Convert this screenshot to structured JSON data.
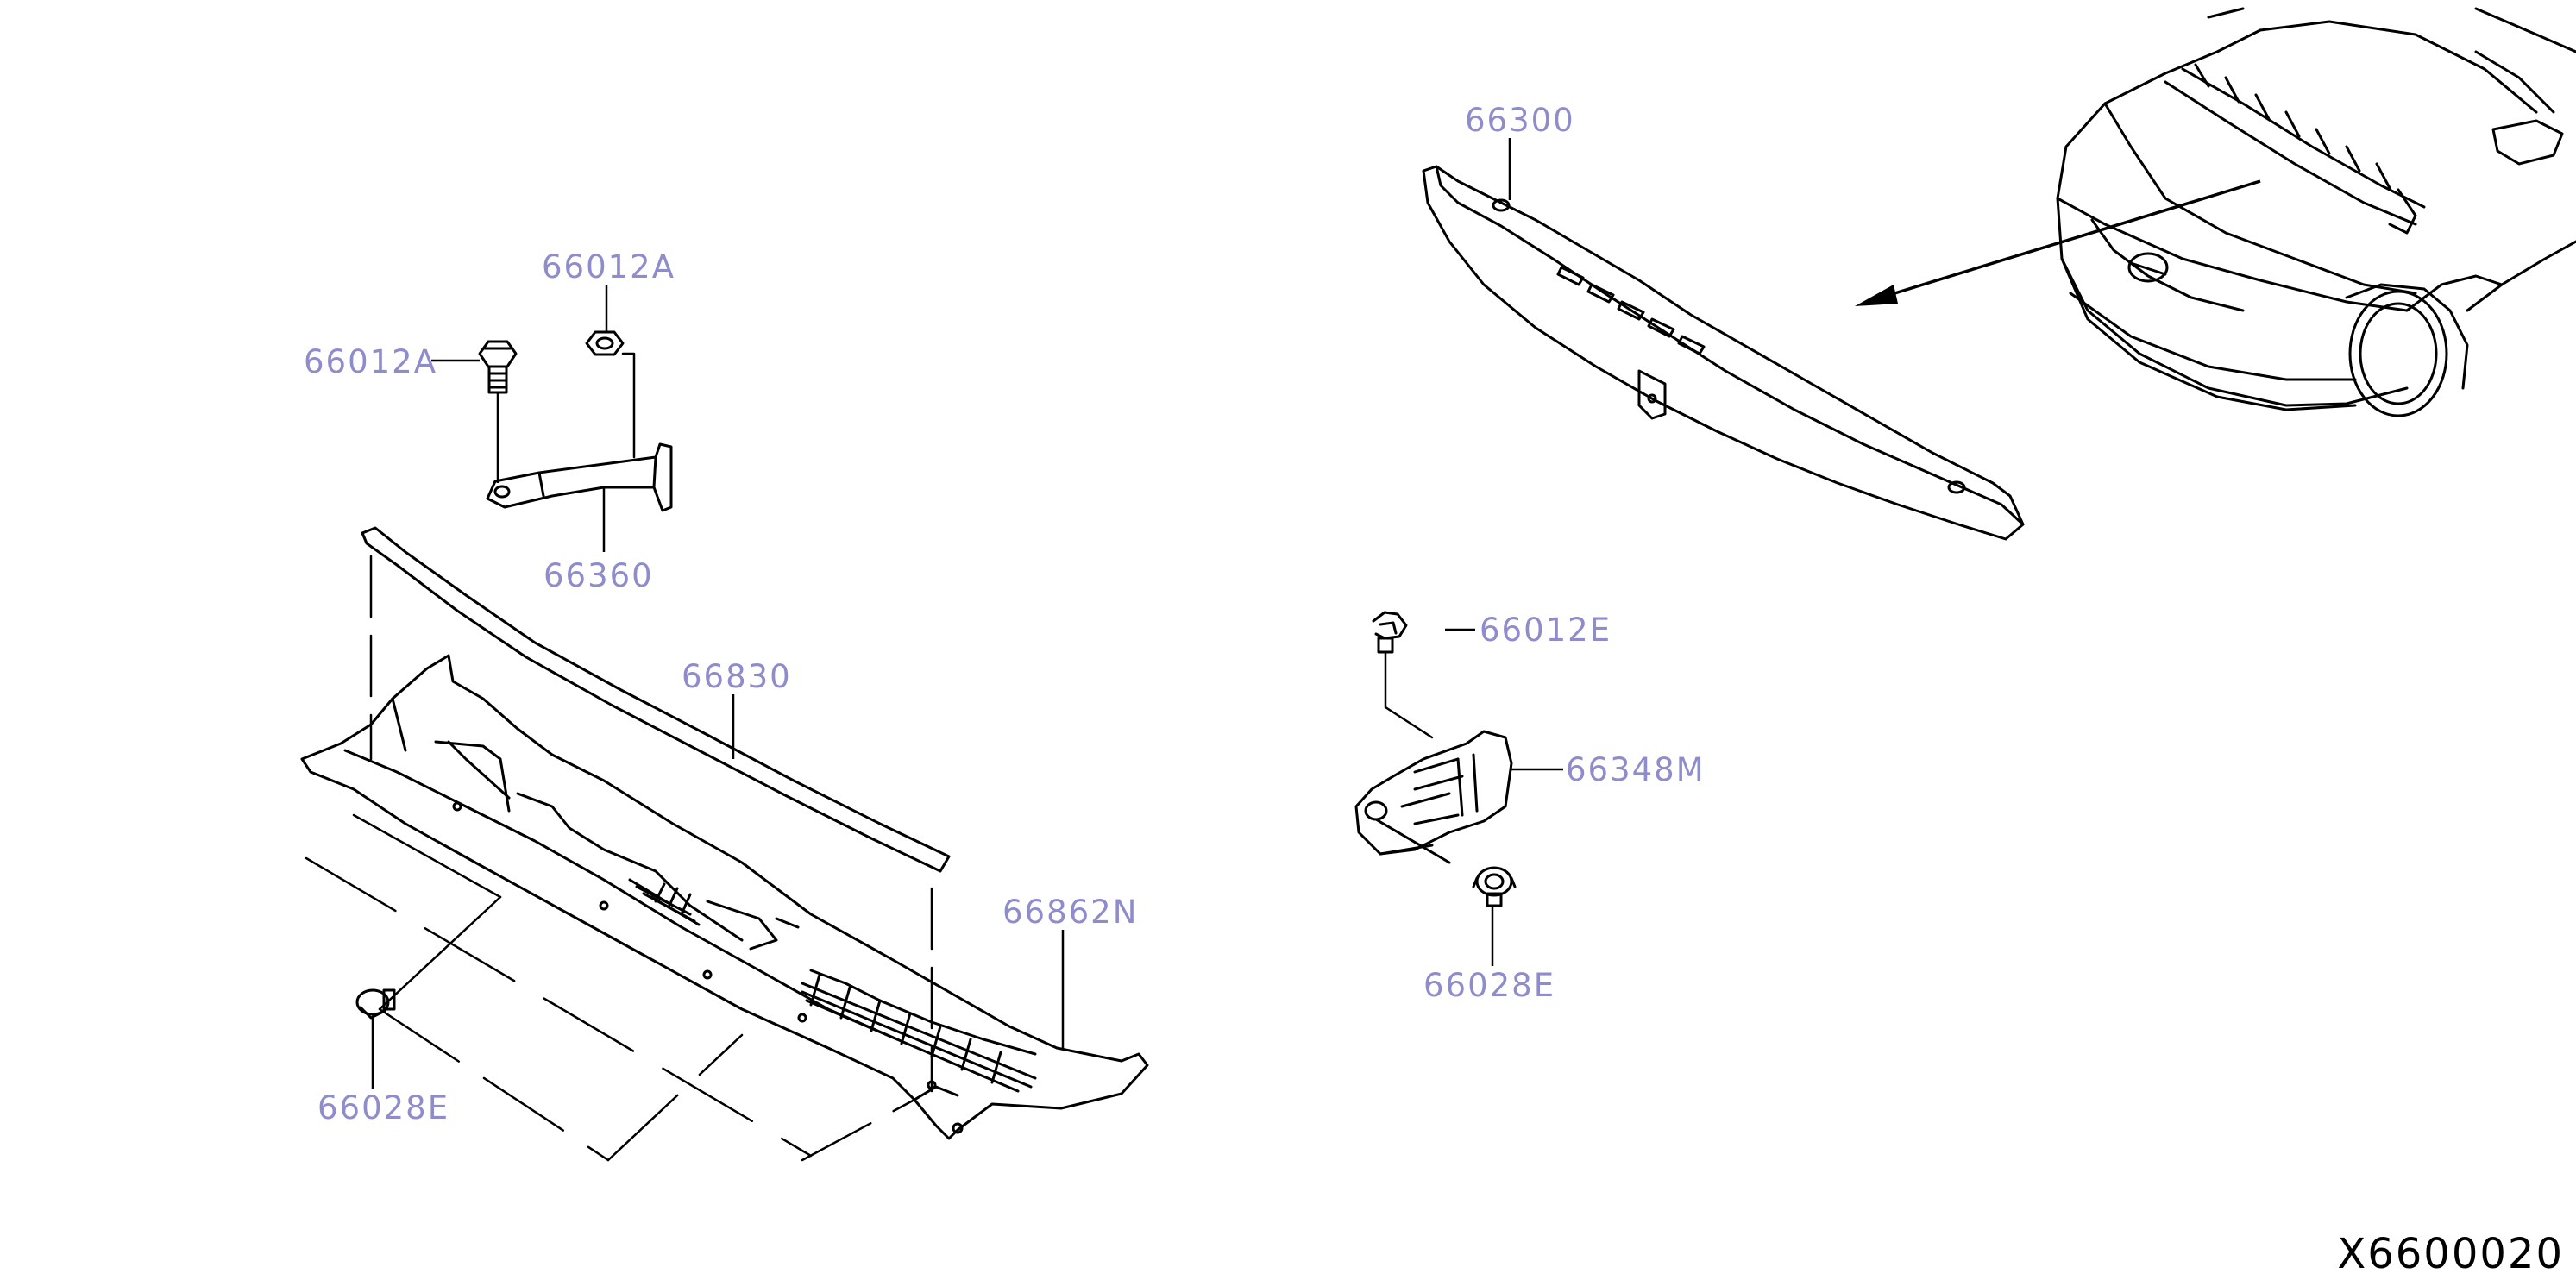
{
  "diagram": {
    "code": "X6600020",
    "labels": {
      "bolt_66012A_left": "66012A",
      "nut_66012A_top": "66012A",
      "bracket_66360": "66360",
      "cowl_seal": "66830",
      "cowl_top_cover": "66862N",
      "clip_66028E_left": "66028E",
      "cowl_top_panel_66300": "66300",
      "clip_66012E": "66012E",
      "bracket_66348M": "66348M",
      "clip_66028E_right": "66028E"
    }
  },
  "colors": {
    "label": "#8f8ccc",
    "line": "#000000",
    "background": "#ffffff"
  }
}
